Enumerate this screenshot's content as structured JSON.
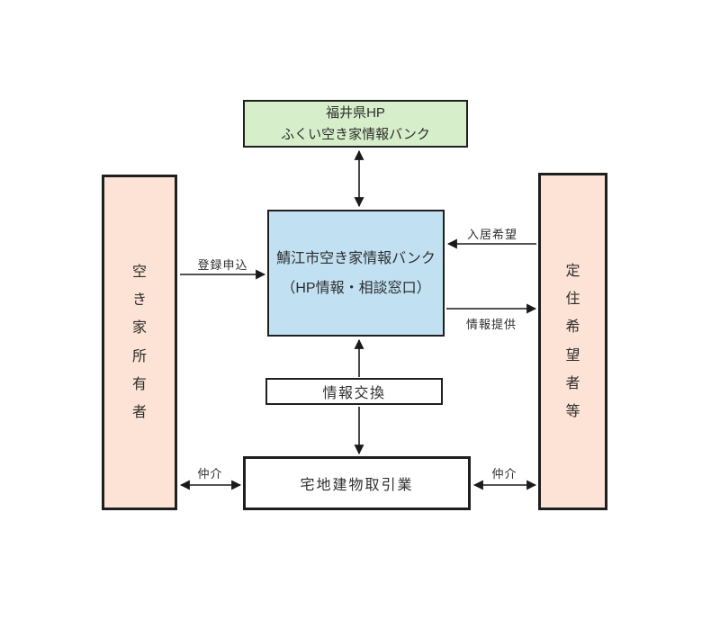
{
  "diagram": {
    "boxes": {
      "prefecture_hp": {
        "line1": "福井県HP",
        "line2": "ふくい空き家情報バンク",
        "fill": "#d6efca"
      },
      "city_bank": {
        "line1": "鯖江市空き家情報バンク",
        "line2": "（HP情報・相談窓口）",
        "fill": "#c1e1f2"
      },
      "owner": {
        "label": "空き家所有者",
        "fill": "#fce3d5"
      },
      "settler": {
        "label": "定住希望者等",
        "fill": "#fce3d5"
      },
      "info_exchange": {
        "label": "情報交換",
        "fill": "#ffffff"
      },
      "real_estate": {
        "label": "宅地建物取引業",
        "fill": "#ffffff"
      }
    },
    "arrows": {
      "registration": {
        "label": "登録申込",
        "direction": "owner-to-city-bank"
      },
      "move_in": {
        "label": "入居希望",
        "direction": "settler-to-city-bank"
      },
      "info_provision": {
        "label": "情報提供",
        "direction": "city-bank-to-settler"
      },
      "mediation_left": {
        "label": "仲介",
        "direction": "both"
      },
      "mediation_right": {
        "label": "仲介",
        "direction": "both"
      },
      "pref_city_link": {
        "label": "",
        "direction": "both"
      },
      "bank_exchange": {
        "label": "",
        "direction": "up"
      },
      "exchange_agent": {
        "label": "",
        "direction": "down"
      }
    },
    "colors": {
      "border": "#1f1f1f",
      "text": "#2e2e2e",
      "background": "#ffffff",
      "green_fill": "#d6efca",
      "blue_fill": "#c1e1f2",
      "pink_fill": "#fce3d5"
    }
  }
}
